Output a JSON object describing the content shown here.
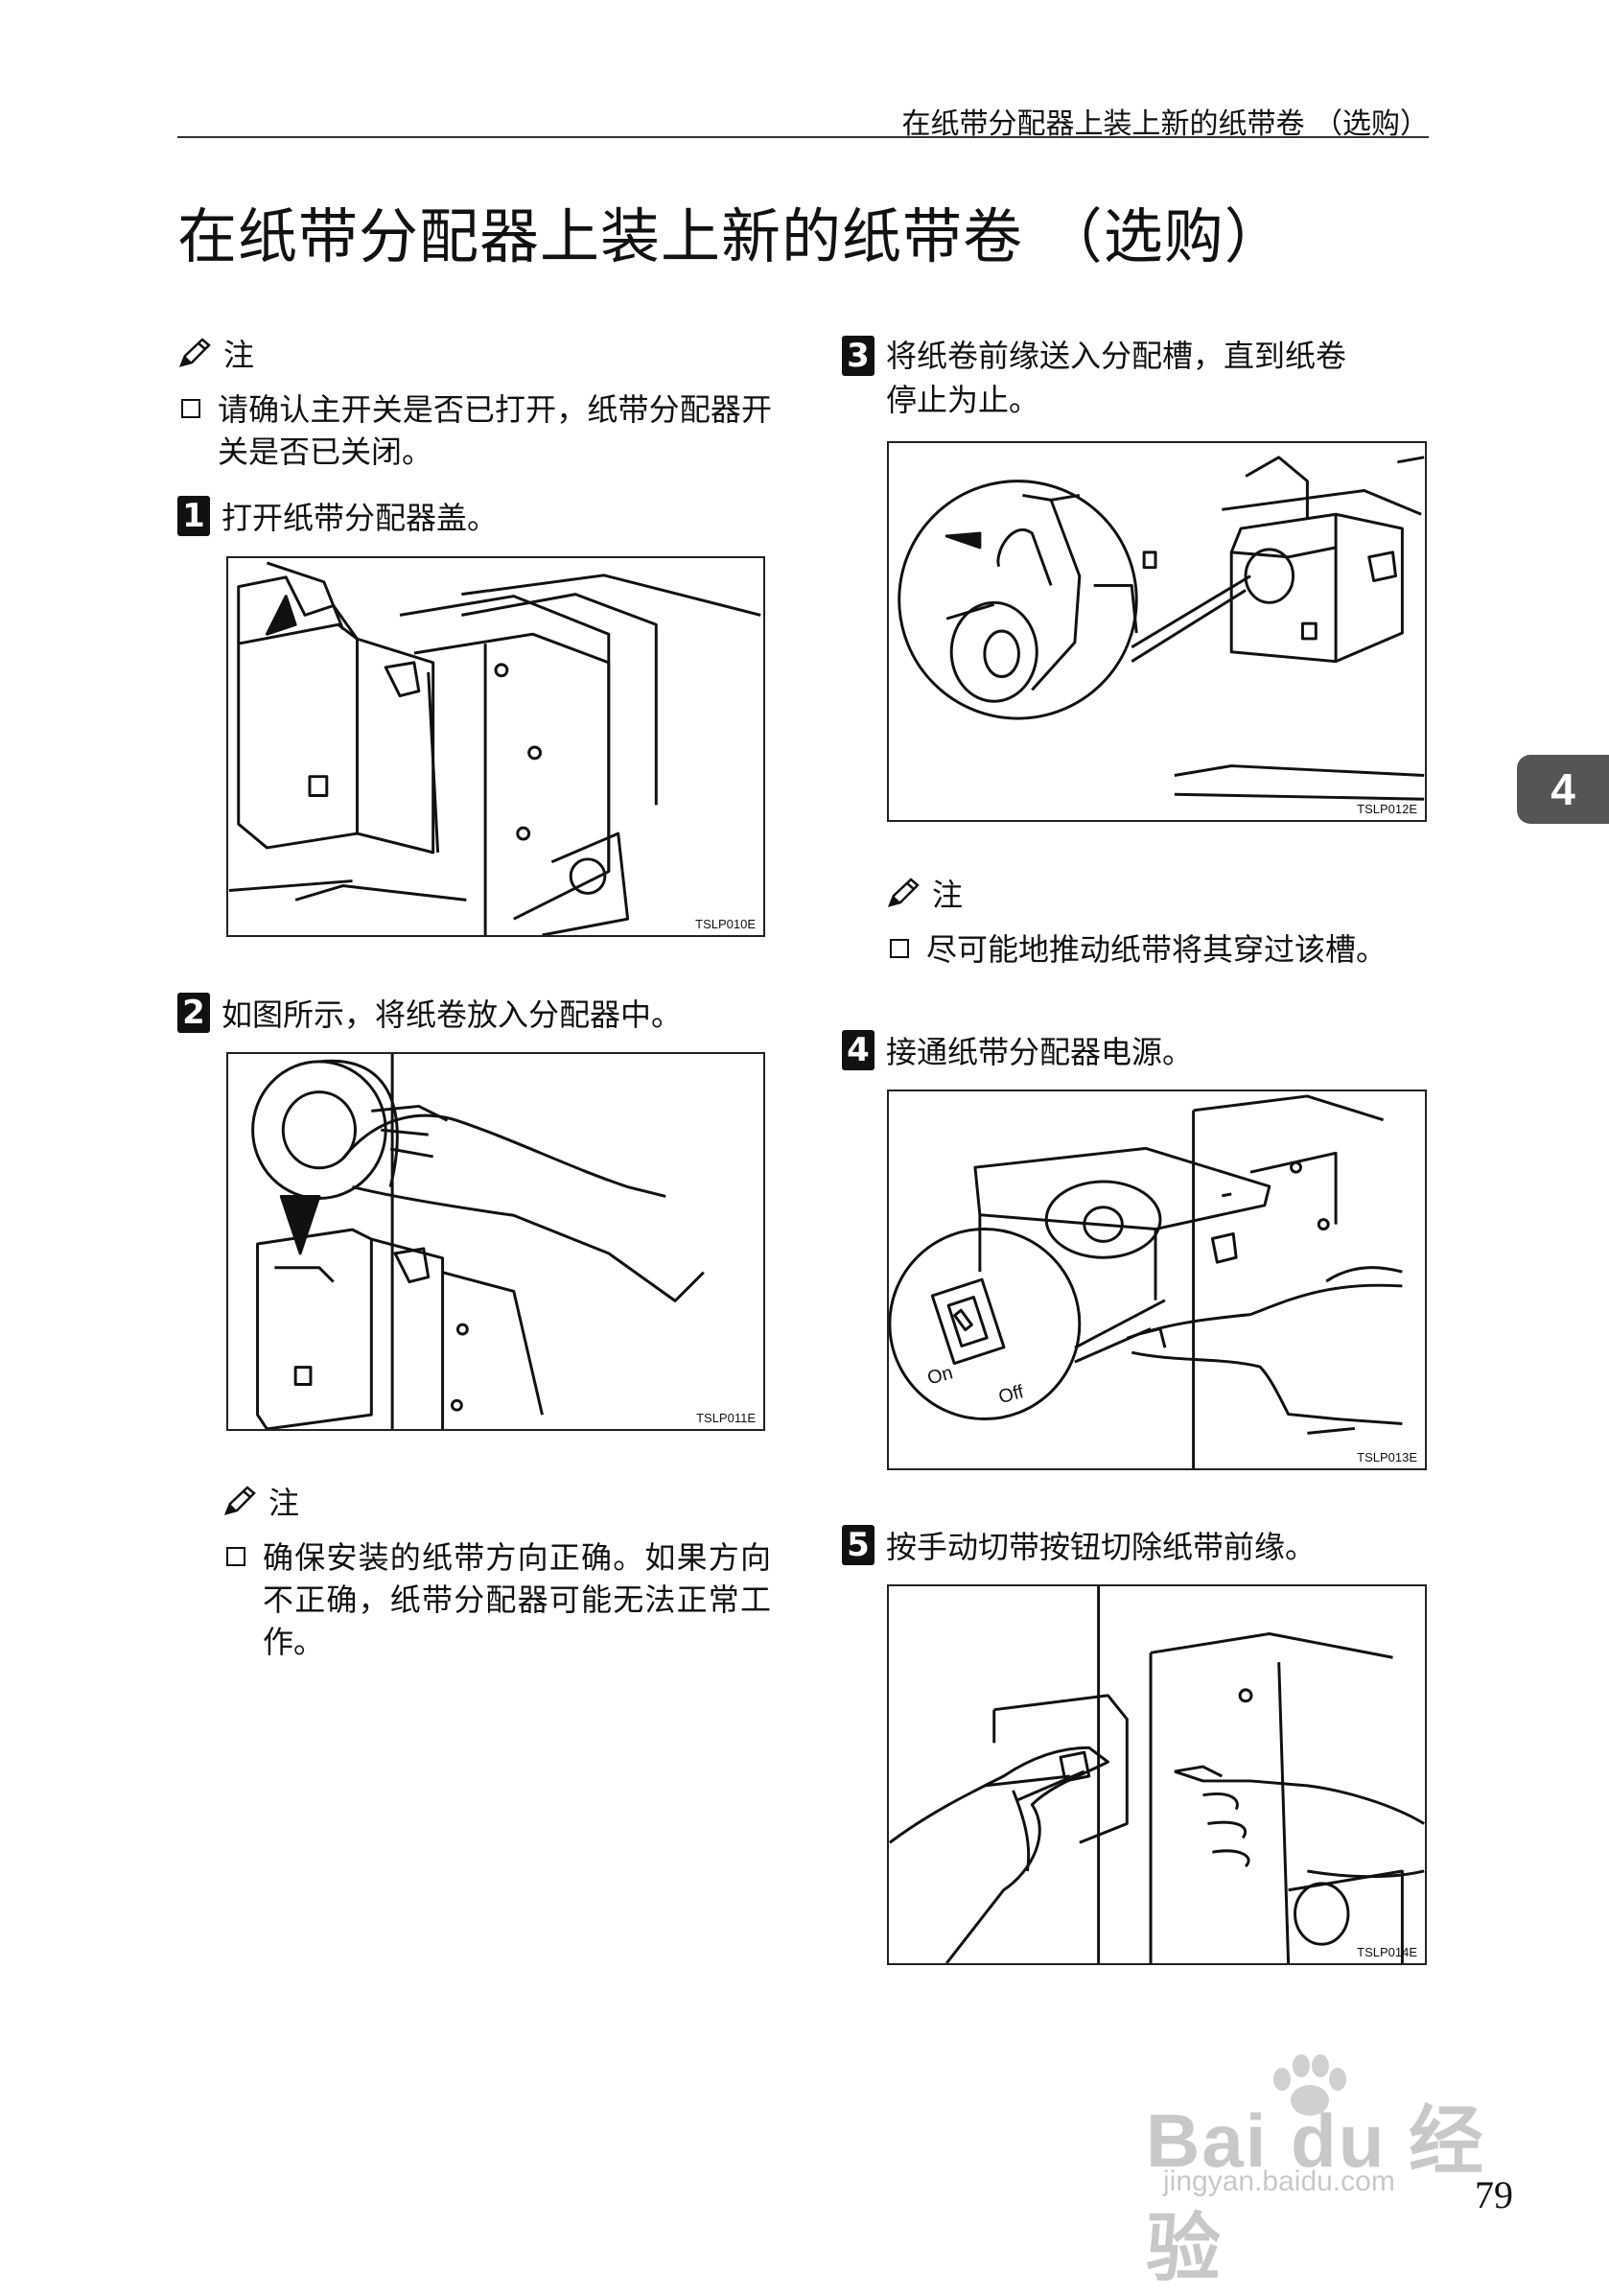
{
  "header": {
    "running_title": "在纸带分配器上装上新的纸带卷 （选购）"
  },
  "title": "在纸带分配器上装上新的纸带卷 （选购）",
  "notes": {
    "label": "注",
    "general": "请确认主开关是否已打开，纸带分配器开关是否已关闭。",
    "after_step2": "确保安装的纸带方向正确。如果方向不正确，纸带分配器可能无法正常工作。",
    "after_step3": "尽可能地推动纸带将其穿过该槽。"
  },
  "steps": [
    {
      "num": "1",
      "text": "打开纸带分配器盖。",
      "figure_code": "TSLP010E"
    },
    {
      "num": "2",
      "text": "如图所示，将纸卷放入分配器中。",
      "figure_code": "TSLP011E"
    },
    {
      "num": "3",
      "line1": "将纸卷前缘送入分配槽，直到纸卷",
      "line2": "停止为止。",
      "figure_code": "TSLP012E"
    },
    {
      "num": "4",
      "text": "接通纸带分配器电源。",
      "figure_code": "TSLP013E",
      "switch_on": "On",
      "switch_off": "Off"
    },
    {
      "num": "5",
      "text": "按手动切带按钮切除纸带前缘。",
      "figure_code": "TSLP014E"
    }
  ],
  "chapter_tab": "4",
  "page_number": "79",
  "watermark": {
    "brand": "Bai du 经验",
    "url": "jingyan.baidu.com"
  },
  "icons": {
    "note": "pencil-icon",
    "bullet": "checkbox-square-icon"
  },
  "colors": {
    "text": "#111111",
    "tab": "#555555",
    "watermark": "#c8c8c8"
  }
}
